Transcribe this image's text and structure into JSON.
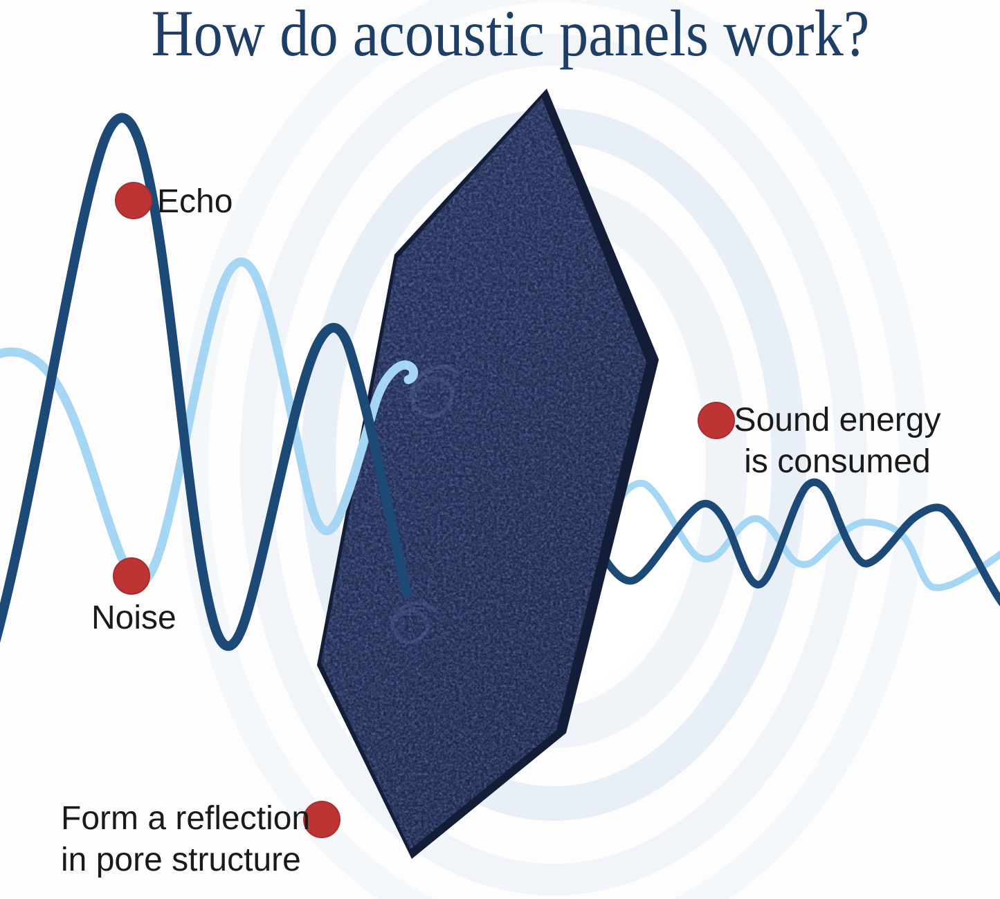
{
  "title": {
    "text": "How do acoustic panels work?"
  },
  "labels": {
    "echo": "Echo",
    "noise": "Noise",
    "sound_line1": "Sound energy",
    "sound_line2": "is consumed",
    "reflection_line1": "Form a reflection",
    "reflection_line2": "in pore structure"
  },
  "markers": {
    "shape": "filled-circle",
    "color": "#bc3534",
    "count": 4
  },
  "diagram": {
    "subject": "hexagonal acoustic felt panel",
    "incoming_wave": "large amplitude sound wave (left)",
    "outgoing_wave": "reduced amplitude sound wave (right)"
  },
  "colors": {
    "background": "#fdfdfe",
    "title_text": "#1e3e66",
    "label_text": "#1a1a1a",
    "marker_dot": "#bc3534",
    "wave_dark": "#1d4977",
    "wave_light": "#a5d7f4",
    "panel_base": "#2b3a66",
    "panel_bevel": "#141d38",
    "halo_ring": "#e9eff6"
  }
}
